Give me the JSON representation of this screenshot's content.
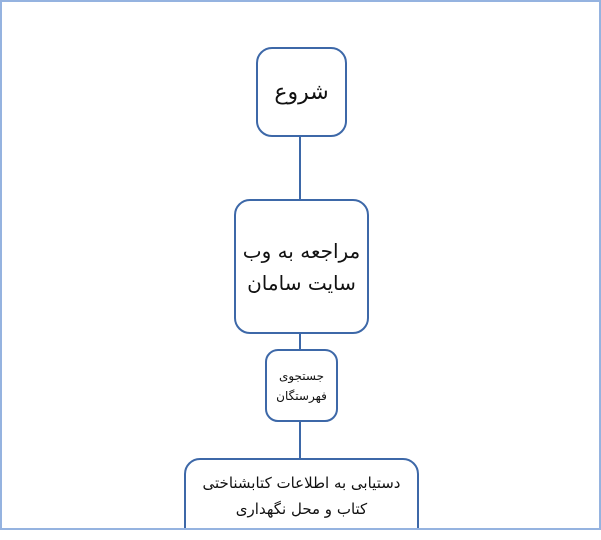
{
  "diagram": {
    "type": "flowchart",
    "direction": "top-to-bottom",
    "colors": {
      "frame_border": "#95b3e0",
      "node_border": "#3d68a8",
      "connector": "#3d68a8",
      "text": "#111111",
      "background": "#ffffff"
    },
    "nodes": [
      {
        "id": "start",
        "label": "شروع"
      },
      {
        "id": "visit",
        "label": "مراجعه به وب\nسایت سامان"
      },
      {
        "id": "search",
        "label": "جستجوی\nفهرستگان"
      },
      {
        "id": "access",
        "label": "دستیابی به اطلاعات کتابشناختی\nکتاب و محل نگهداری"
      }
    ],
    "edges": [
      {
        "from": "start",
        "to": "visit"
      },
      {
        "from": "visit",
        "to": "search"
      },
      {
        "from": "search",
        "to": "access"
      }
    ]
  }
}
